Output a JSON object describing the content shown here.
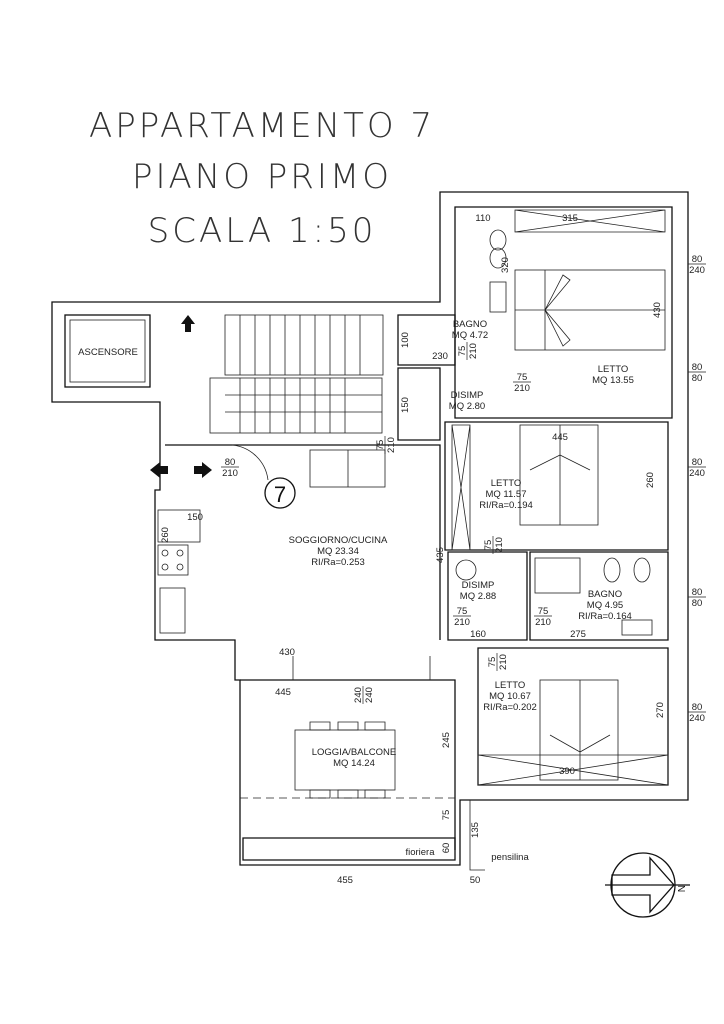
{
  "title": {
    "line1": "APPARTAMENTO 7",
    "line2": "PIANO PRIMO",
    "line3": "SCALA 1:50"
  },
  "apartment_number": "7",
  "elevator_label": "ASCENSORE",
  "rooms": [
    {
      "name": "BAGNO",
      "area": "MQ 4.72"
    },
    {
      "name": "LETTO",
      "area": "MQ 13.55"
    },
    {
      "name": "DISIMP",
      "area": "MQ 2.80"
    },
    {
      "name": "LETTO",
      "area": "MQ 11.57",
      "ratio": "RI/Ra=0.194"
    },
    {
      "name": "SOGGIORNO/CUCINA",
      "area": "MQ 23.34",
      "ratio": "RI/Ra=0.253"
    },
    {
      "name": "DISIMP",
      "area": "MQ 2.88"
    },
    {
      "name": "BAGNO",
      "area": "MQ 4.95",
      "ratio": "RI/Ra=0.164"
    },
    {
      "name": "LETTO",
      "area": "MQ 10.67",
      "ratio": "RI/Ra=0.202"
    },
    {
      "name": "LOGGIA/BALCONE",
      "area": "MQ 14.24"
    }
  ],
  "dimensions": [
    "110",
    "315",
    "320",
    "430",
    "100",
    "230",
    "150",
    "445",
    "260",
    "150",
    "260",
    "435",
    "160",
    "275",
    "430",
    "270",
    "445",
    "245",
    "390",
    "75",
    "135",
    "60",
    "455",
    "50"
  ],
  "openings": [
    {
      "w": "80",
      "h": "240"
    },
    {
      "w": "80",
      "h": "80"
    },
    {
      "w": "80",
      "h": "240"
    },
    {
      "w": "80",
      "h": "80"
    },
    {
      "w": "80",
      "h": "240"
    },
    {
      "w": "75",
      "h": "210"
    },
    {
      "w": "75",
      "h": "210"
    },
    {
      "w": "75",
      "h": "210"
    },
    {
      "w": "80",
      "h": "210"
    },
    {
      "w": "75",
      "h": "210"
    },
    {
      "w": "75",
      "h": "210"
    },
    {
      "w": "75",
      "h": "210"
    },
    {
      "w": "75",
      "h": "210"
    },
    {
      "w": "240",
      "h": "240"
    }
  ],
  "notes": {
    "planter": "fioriera",
    "canopy": "pensilina",
    "north": "N"
  }
}
